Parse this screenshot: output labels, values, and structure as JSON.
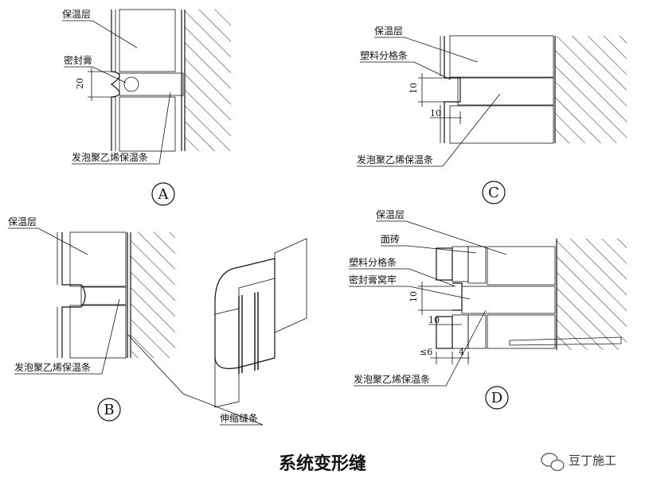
{
  "title": "系统变形缝",
  "watermark": "豆丁施工",
  "panels": {
    "A": {
      "mark": "A",
      "labels": [
        "保温层",
        "密封膏",
        "发泡聚乙烯保温条"
      ],
      "dims": [
        "20"
      ]
    },
    "B": {
      "mark": "B",
      "labels": [
        "保温层",
        "发泡聚乙烯保温条",
        "伸缩缝条"
      ]
    },
    "C": {
      "mark": "C",
      "labels": [
        "保温层",
        "塑料分格条",
        "发泡聚乙烯保温条"
      ],
      "dims": [
        "10",
        "10"
      ]
    },
    "D": {
      "mark": "D",
      "labels": [
        "保温层",
        "面砖",
        "塑料分格条",
        "密封膏窝牢",
        "发泡聚乙烯保温条"
      ],
      "dims": [
        "10",
        "10",
        "≤6",
        "4"
      ]
    }
  },
  "colors": {
    "ink": "#111111",
    "stipple": "#9a9a9a"
  }
}
